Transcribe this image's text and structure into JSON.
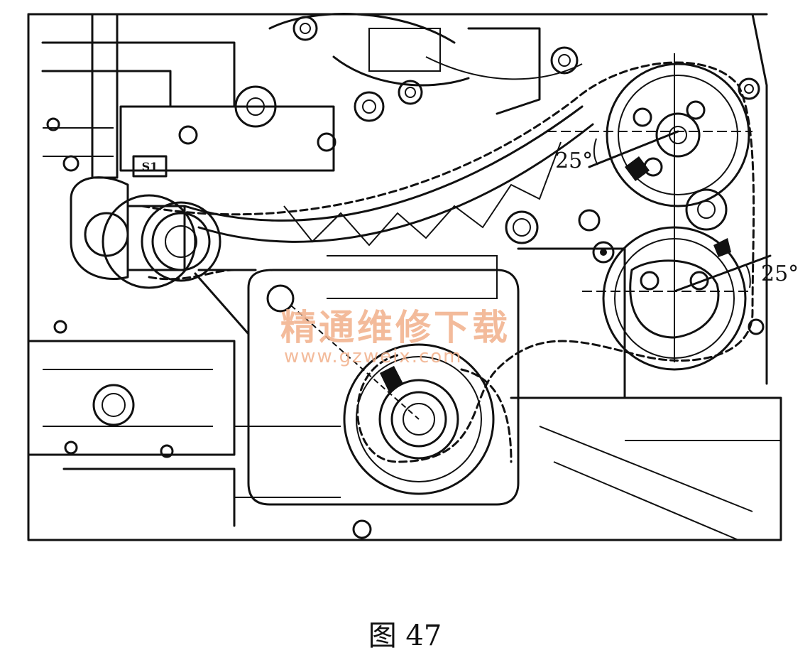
{
  "labels": {
    "tool_mark": "S1",
    "angle_upper": "25°",
    "angle_lower": "25°"
  },
  "watermark": {
    "cn": "精通维修下载",
    "url": "www.gzweix.com",
    "color": "#f2b08a"
  },
  "caption": "图 47"
}
